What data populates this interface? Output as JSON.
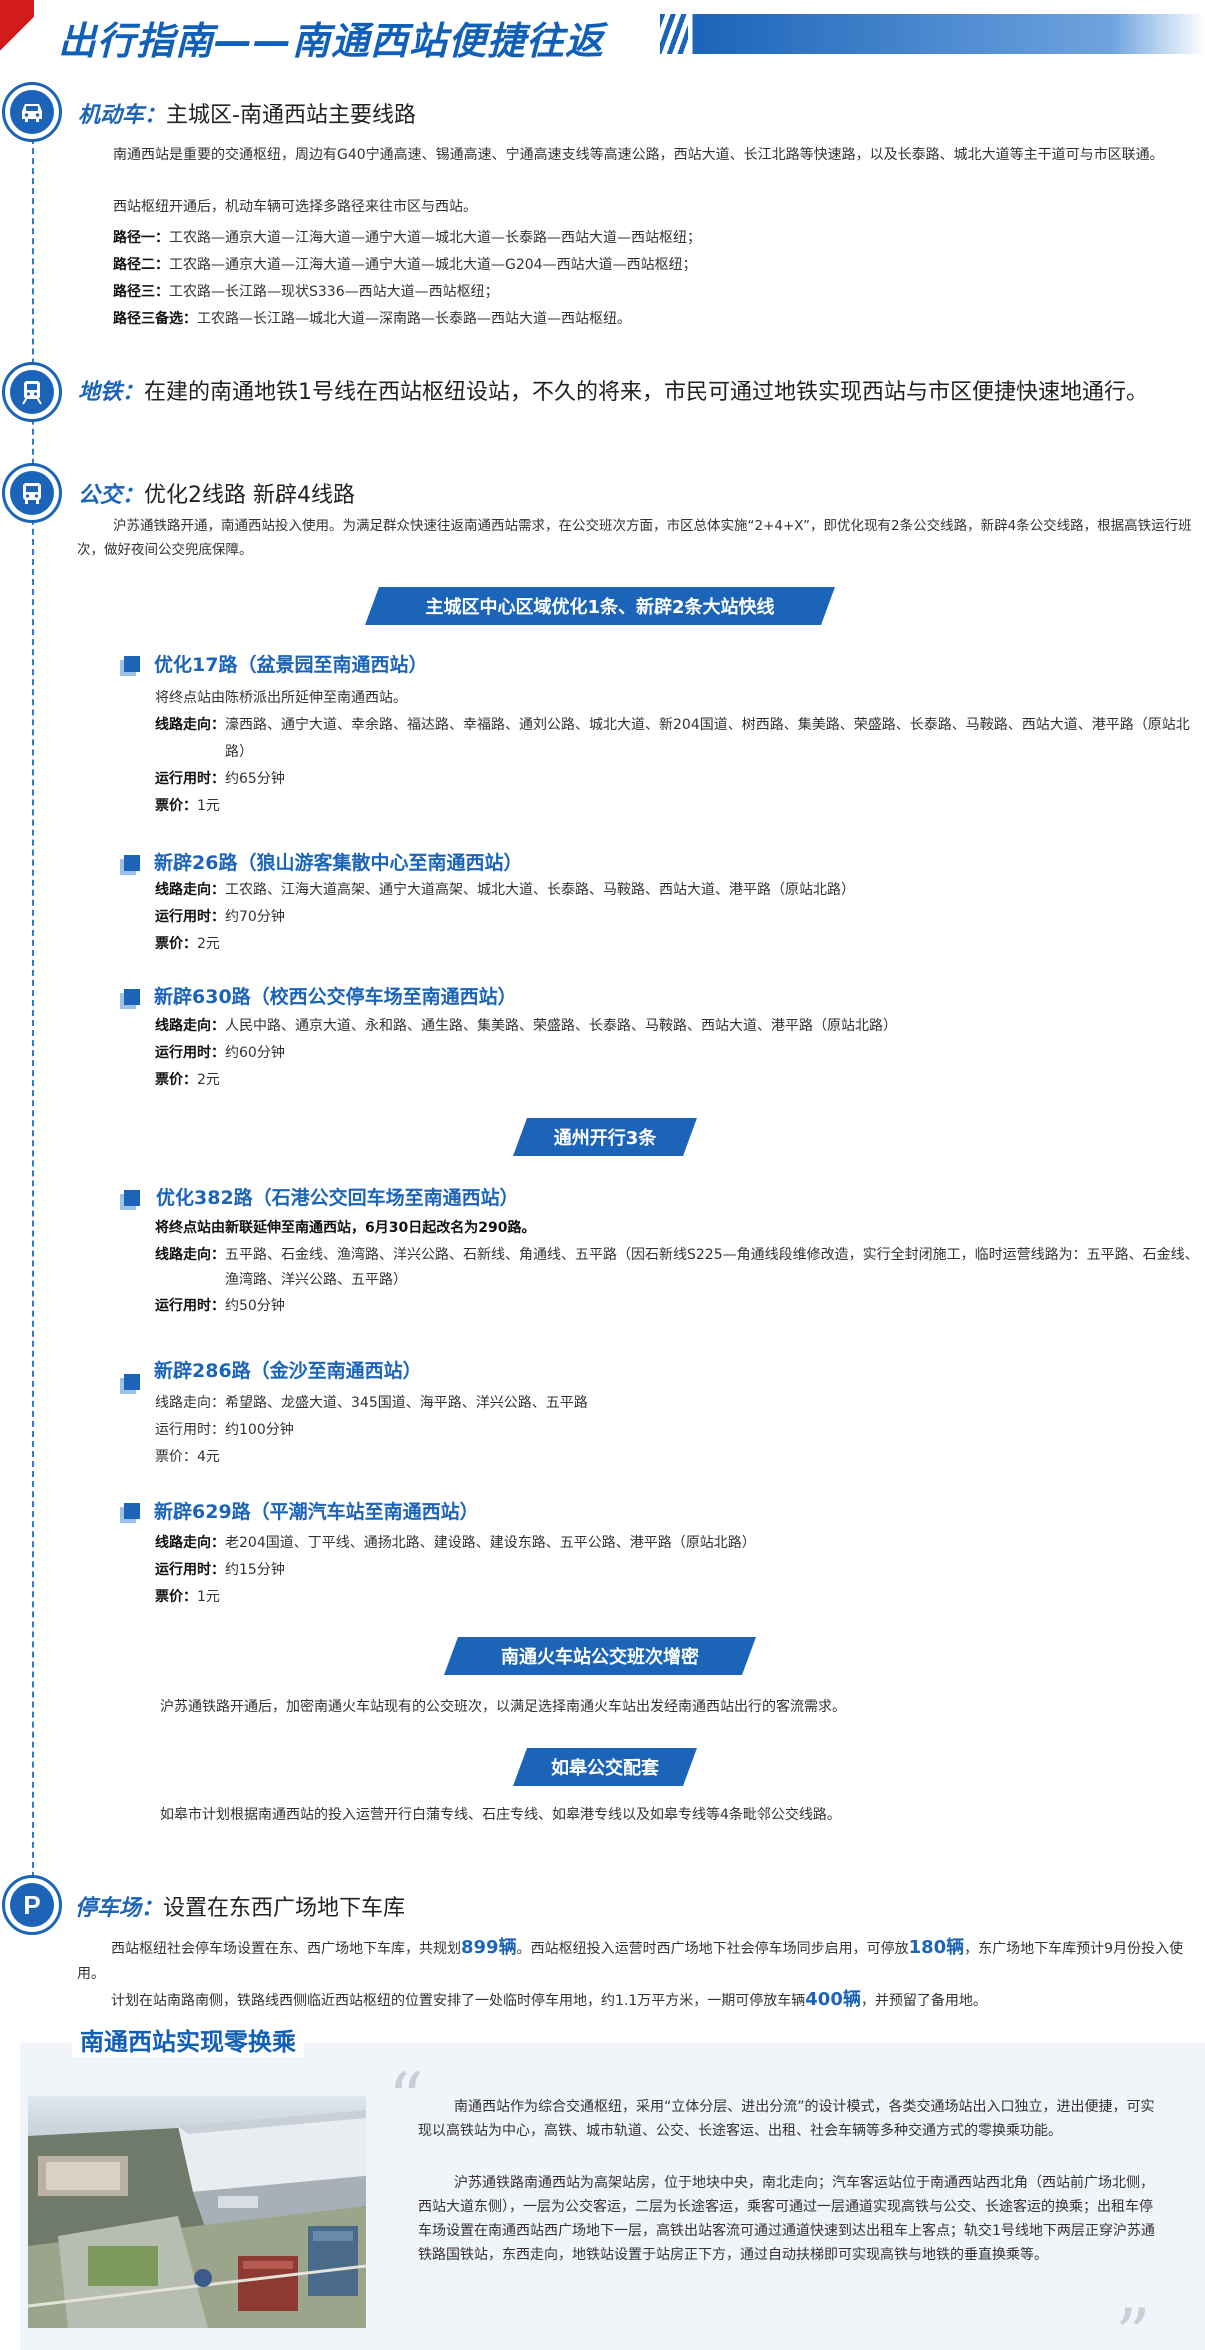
{
  "header": {
    "title": "出行指南——南通西站便捷往返"
  },
  "motor": {
    "title_key": "机动车：",
    "title_rest": "主城区-南通西站主要线路",
    "para1": "南通西站是重要的交通枢纽，周边有G40宁通高速、锡通高速、宁通高速支线等高速公路，西站大道、长江北路等快速路，以及长泰路、城北大道等主干道可与市区联通。",
    "para2": "西站枢纽开通后，机动车辆可选择多路径来往市区与西站。",
    "routes": [
      {
        "label": "路径一：",
        "text": "工农路—通京大道—江海大道—通宁大道—城北大道—长泰路—西站大道—西站枢纽；"
      },
      {
        "label": "路径二：",
        "text": "工农路—通京大道—江海大道—通宁大道—城北大道—G204—西站大道—西站枢纽；"
      },
      {
        "label": "路径三：",
        "text": "工农路—长江路—现状S336—西站大道—西站枢纽；"
      },
      {
        "label": "路径三备选：",
        "text": "工农路—长江路—城北大道—深南路—长泰路—西站大道—西站枢纽。"
      }
    ]
  },
  "metro": {
    "title_key": "地铁：",
    "text": "在建的南通地铁1号线在西站枢纽设站，不久的将来，市民可通过地铁实现西站与市区便捷快速地通行。"
  },
  "bus": {
    "title_key": "公交：",
    "title_rest": "优化2线路 新辟4线路",
    "intro": "沪苏通铁路开通，南通西站投入使用。为满足群众快速往返南通西站需求，在公交班次方面，市区总体实施“2+4+X”，即优化现有2条公交线路，新辟4条公交线路，根据高铁运行班次，做好夜间公交兜底保障。",
    "banner1": "主城区中心区域优化1条、新辟2条大站快线",
    "banner2": "通州开行3条",
    "banner3": "南通火车站公交班次增密",
    "banner4": "如皋公交配套",
    "lines": [
      {
        "title": "优化17路（盆景园至南通西站）",
        "note": "将终点站由陈桥派出所延伸至南通西站。",
        "route_label": "线路走向：",
        "route": "濠西路、通宁大道、幸余路、福达路、幸福路、通刘公路、城北大道、新204国道、树西路、集美路、荣盛路、长泰路、马鞍路、西站大道、港平路（原站北路）",
        "time_label": "运行用时：",
        "time": "约65分钟",
        "fare_label": "票价：",
        "fare": "1元"
      },
      {
        "title": "新辟26路（狼山游客集散中心至南通西站）",
        "route_label": "线路走向：",
        "route": "工农路、江海大道高架、通宁大道高架、城北大道、长泰路、马鞍路、西站大道、港平路（原站北路）",
        "time_label": "运行用时：",
        "time": "约70分钟",
        "fare_label": "票价：",
        "fare": "2元"
      },
      {
        "title": "新辟630路（校西公交停车场至南通西站）",
        "route_label": "线路走向：",
        "route": "人民中路、通京大道、永和路、通生路、集美路、荣盛路、长泰路、马鞍路、西站大道、港平路（原站北路）",
        "time_label": "运行用时：",
        "time": "约60分钟",
        "fare_label": "票价：",
        "fare": "2元"
      },
      {
        "title": "优化382路（石港公交回车场至南通西站）",
        "note": "将终点站由新联延伸至南通西站，6月30日起改名为290路。",
        "route_label": "线路走向：",
        "route": "五平路、石金线、渔湾路、洋兴公路、石新线、角通线、五平路（因石新线S225—角通线段维修改造，实行全封闭施工，临时运营线路为：五平路、石金线、渔湾路、洋兴公路、五平路）",
        "time_label": "运行用时：",
        "time": "约50分钟"
      },
      {
        "title": "新辟286路（金沙至南通西站）",
        "route_label": "线路走向：",
        "route": "希望路、龙盛大道、345国道、海平路、洋兴公路、五平路",
        "time_label": "运行用时：",
        "time": "约100分钟",
        "fare_label": "票价：",
        "fare": "4元"
      },
      {
        "title": "新辟629路（平潮汽车站至南通西站）",
        "route_label": "线路走向：",
        "route": "老204国道、丁平线、通扬北路、建设路、建设东路、五平公路、港平路（原站北路）",
        "time_label": "运行用时：",
        "time": "约15分钟",
        "fare_label": "票价：",
        "fare": "1元"
      }
    ],
    "train_text": "沪苏通铁路开通后，加密南通火车站现有的公交班次，以满足选择南通火车站出发经南通西站出行的客流需求。",
    "rugao_text": "如皋市计划根据南通西站的投入运营开行白蒲专线、石庄专线、如皋港专线以及如皋专线等4条毗邻公交线路。"
  },
  "parking": {
    "title_key": "停车场：",
    "title_rest": "设置在东西广场地下车库",
    "p1a": "西站枢纽社会停车场设置在东、西广场地下车库，共规划",
    "n1": "899辆",
    "p1b": "。西站枢纽投入运营时西广场地下社会停车场同步启用，可停放",
    "n2": "180辆",
    "p1c": "，东广场地下车库预计9月份投入使用。",
    "p2a": "计划在站南路南侧，铁路线西侧临近西站枢纽的位置安排了一处临时停车用地，约1.1万平方米，一期可停放车辆",
    "n3": "400辆",
    "p2b": "，并预留了备用地。"
  },
  "transfer": {
    "title": "南通西站实现零换乘",
    "p1": "南通西站作为综合交通枢纽，采用“立体分层、进出分流”的设计模式，各类交通场站出入口独立，进出便捷，可实现以高铁站为中心，高铁、城市轨道、公交、长途客运、出租、社会车辆等多种交通方式的零换乘功能。",
    "p2": "沪苏通铁路南通西站为高架站房，位于地块中央，南北走向；汽车客运站位于南通西站西北角（西站前广场北侧，西站大道东侧），一层为公交客运，二层为长途客运，乘客可通过一层通道实现高铁与公交、长途客运的换乘；出租车停车场设置在南通西站西广场地下一层，高铁出站客流可通过通道快速到达出租车上客点；轨交1号线地下两层正穿沪苏通铁路国铁站，东西走向，地铁站设置于站房正下方，通过自动扶梯即可实现高铁与地铁的垂直换乘等。"
  },
  "colors": {
    "accent": "#1b64b8",
    "red": "#d21c1c"
  },
  "icons": [
    "car-icon",
    "metro-icon",
    "bus-icon",
    "parking-icon"
  ]
}
